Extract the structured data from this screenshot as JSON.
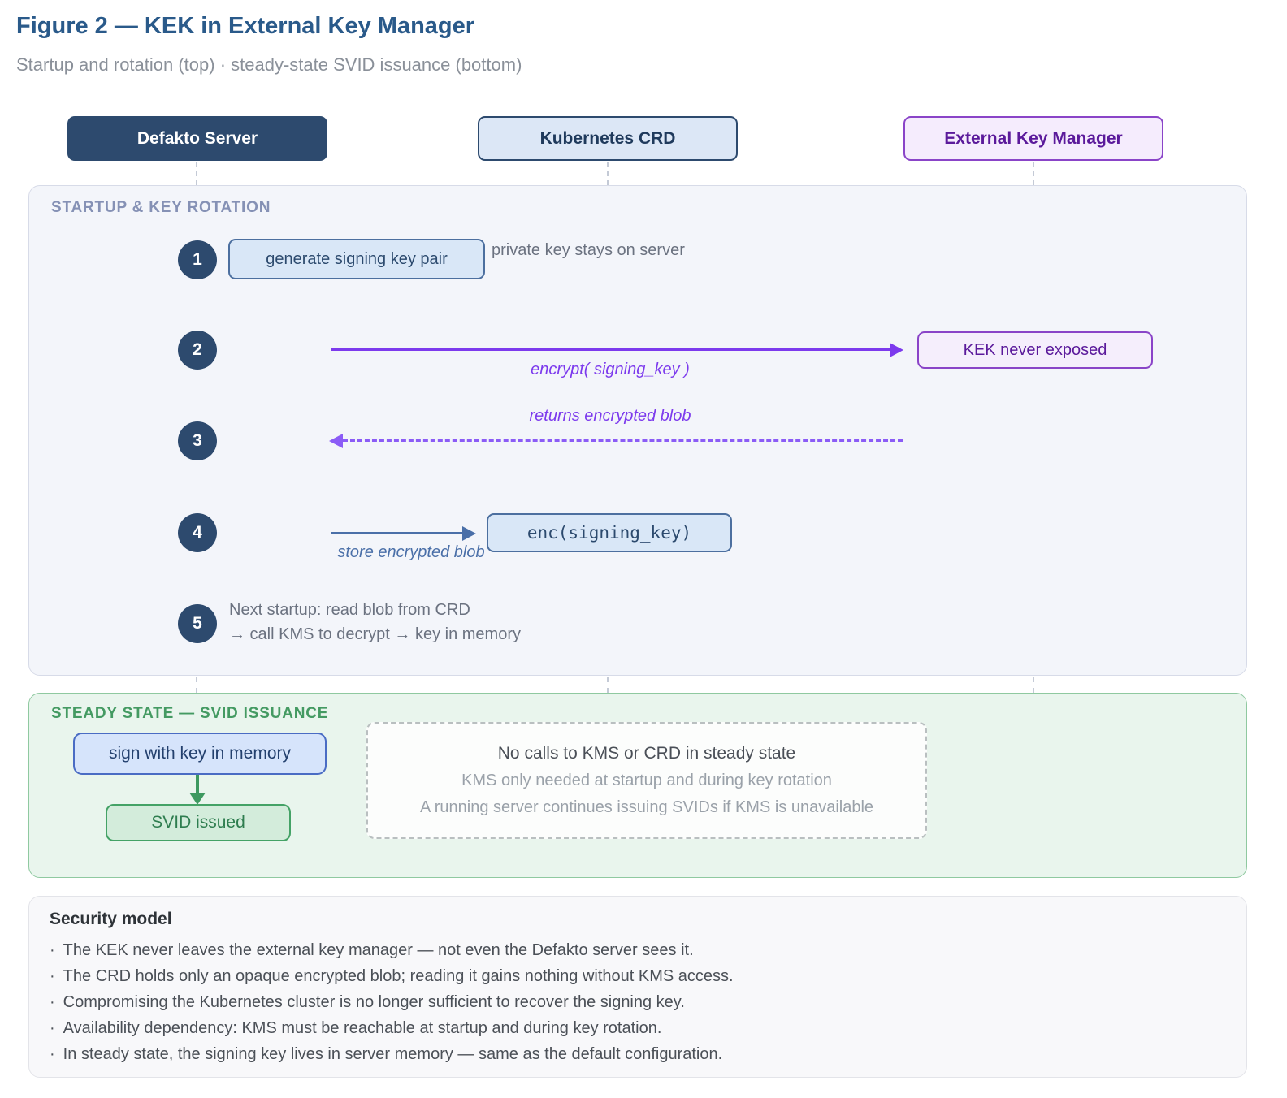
{
  "figure": {
    "title": "Figure 2 — KEK in External Key Manager",
    "subtitle": "Startup and rotation (top) · steady-state SVID issuance (bottom)"
  },
  "actors": {
    "server": "Defakto Server",
    "crd": "Kubernetes CRD",
    "kms": "External Key Manager"
  },
  "startup": {
    "header": "STARTUP & KEY ROTATION",
    "step1": {
      "num": "1",
      "box": "generate signing key pair",
      "note": "private key stays on server"
    },
    "step2": {
      "num": "2",
      "arrow_label": "encrypt( signing_key )",
      "box": "KEK never exposed"
    },
    "step3": {
      "num": "3",
      "arrow_label": "returns encrypted blob"
    },
    "step4": {
      "num": "4",
      "arrow_label": "store encrypted blob",
      "box": "enc(signing_key)"
    },
    "step5": {
      "num": "5",
      "line1": "Next startup: read blob from CRD",
      "line2": "→ call KMS to decrypt → key in memory"
    }
  },
  "steady": {
    "header": "STEADY STATE — SVID ISSUANCE",
    "sign_box": "sign with key in memory",
    "svid_box": "SVID issued",
    "note": {
      "title": "No calls to KMS or CRD in steady state",
      "line1": "KMS only needed at startup and during key rotation",
      "line2": "A running server continues issuing SVIDs if KMS is unavailable"
    }
  },
  "security": {
    "title": "Security model",
    "bullet_char": "·",
    "bullets": [
      "The KEK never leaves the external key manager — not even the Defakto server sees it.",
      "The CRD holds only an opaque encrypted blob; reading it gains nothing without KMS access.",
      "Compromising the Kubernetes cluster is no longer sufficient to recover the signing key.",
      "Availability dependency: KMS must be reachable at startup and during key rotation.",
      "In steady state, the signing key lives in server memory — same as the default configuration."
    ]
  },
  "colors": {
    "navy": "#2d4a6e",
    "blue_accent": "#4a6fa8",
    "light_blue_fill": "#d9e7f7",
    "purple_accent": "#7c3aed",
    "purple_fill": "#f5eefc",
    "green_accent": "#3d9960",
    "green_fill": "#e9f5ed",
    "gray_text": "#6b7280"
  }
}
